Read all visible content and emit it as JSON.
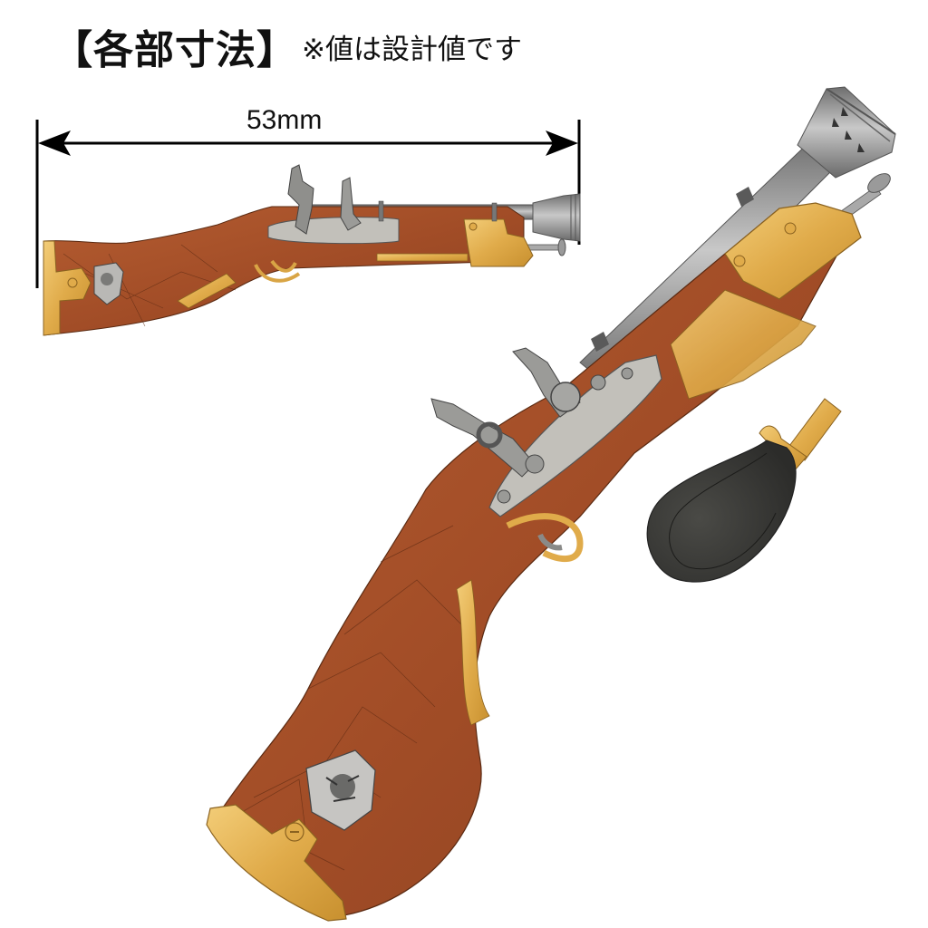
{
  "header": {
    "title": "【各部寸法】",
    "note": "※値は設計値です"
  },
  "dimension": {
    "label": "53mm",
    "value": 53,
    "unit": "mm",
    "line_color": "#000000"
  },
  "items": [
    {
      "name": "side-view-pistol",
      "description": "Flintlock blunderbuss pistol, side view"
    },
    {
      "name": "angled-view-pistol",
      "description": "Flintlock blunderbuss pistol, angled view"
    },
    {
      "name": "powder-flask",
      "description": "Black powder flask with brass nozzle"
    }
  ],
  "colors": {
    "wood": "#a5522c",
    "wood_dark": "#7e3a1c",
    "brass": "#e8b65a",
    "steel": "#8e8e8e",
    "steel_light": "#c9c7c2",
    "flask": "#3b3b38"
  }
}
